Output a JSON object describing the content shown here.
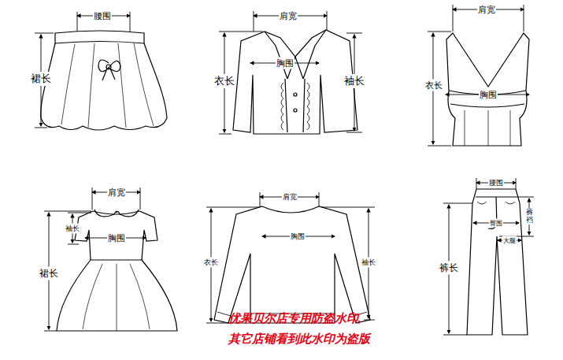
{
  "diagram": {
    "labels": [
      "腰围",
      "裙长",
      "肩宽",
      "胸围",
      "衣长",
      "袖长",
      "肩宽",
      "胸围",
      "衣长",
      "肩宽",
      "袖长",
      "胸围",
      "裙长",
      "肩宽",
      "胸围",
      "衣长",
      "袖长",
      "腰围",
      "裤裆",
      "臀围",
      "大腿",
      "裤长",
      "优果贝尔店专用防盗水印,",
      "其它店铺看到此水印为盗版"
    ]
  }
}
